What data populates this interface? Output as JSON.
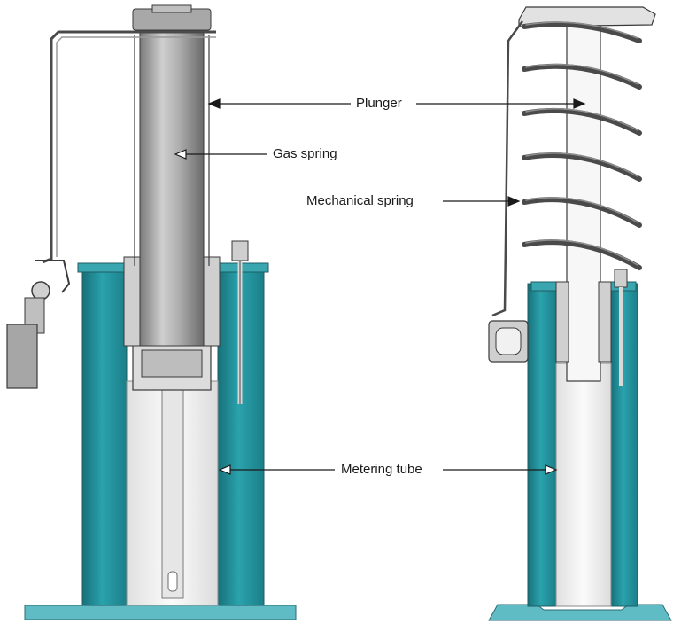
{
  "labels": {
    "plunger": "Plunger",
    "gas_spring": "Gas spring",
    "mechanical_spring": "Mechanical spring",
    "metering_tube": "Metering tube"
  },
  "colors": {
    "teal_dark": "#1b7f89",
    "teal": "#2aa0aa",
    "teal_light": "#6fc6cc",
    "gray_dark": "#6f6f6f",
    "gray": "#a8a8a8",
    "gray_light": "#d8d8d8",
    "outline": "#3a3a3a",
    "coil": "#4a4a4a",
    "tube_white": "#f4f4f4"
  }
}
